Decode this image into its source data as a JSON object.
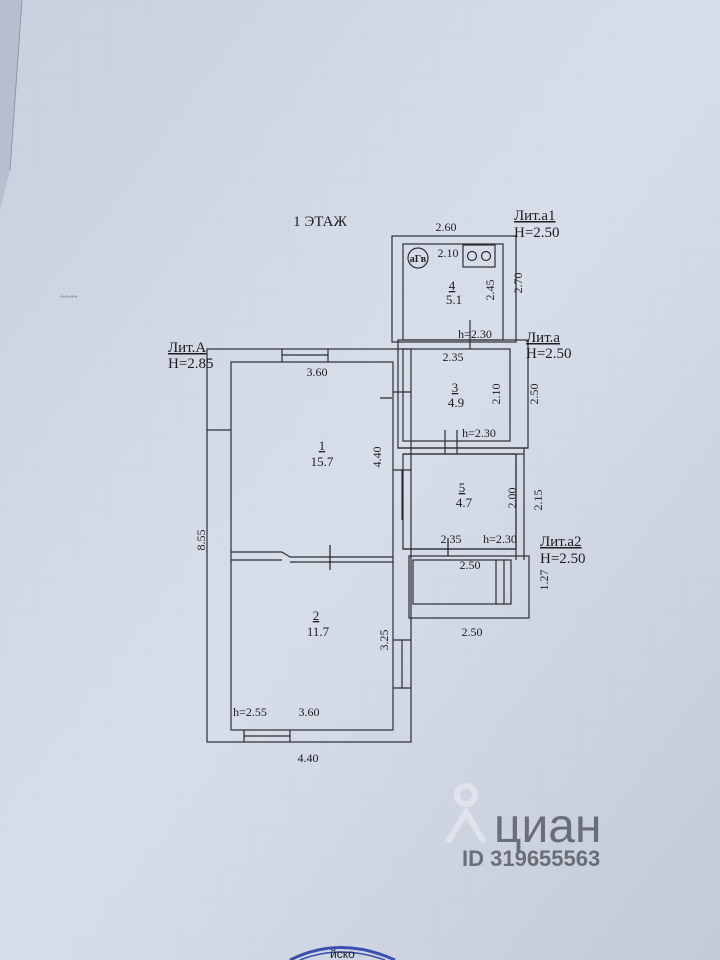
{
  "drawing": {
    "floor_title": "1 ЭТАЖ",
    "blocks": {
      "lit_A": {
        "name": "Лит.А",
        "height": "Н=2.85"
      },
      "lit_a": {
        "name": "Лит.а",
        "height": "Н=2.50"
      },
      "lit_a1": {
        "name": "Лит.а1",
        "height": "Н=2.50"
      },
      "lit_a2": {
        "name": "Лит.а2",
        "height": "Н=2.50"
      }
    },
    "rooms": [
      {
        "number": "1",
        "area": "15.7"
      },
      {
        "number": "2",
        "area": "11.7"
      },
      {
        "number": "3",
        "area": "4.9"
      },
      {
        "number": "4",
        "area": "5.1"
      },
      {
        "number": "5",
        "area": "4.7"
      }
    ],
    "gas_symbol": "аГв",
    "dimensions": {
      "top_a1": "2.60",
      "inner_a1": "2.10",
      "a1_depth_inner": "2.45",
      "a1_depth_outer": "2.70",
      "a1_ceiling": "h=2.30",
      "room3_width": "2.35",
      "room3_depth": "2.10",
      "lit_a_depth": "2.50",
      "room3_ceiling": "h=2.30",
      "room1_width": "3.60",
      "room1_depth": "4.40",
      "house_depth": "8.55",
      "room5_depth": "2.00",
      "lit_a_right": "2.15",
      "room5_width": "2.35",
      "room5_ceiling": "h=2.30",
      "a2_inner": "2.50",
      "a2_depth": "1.27",
      "a2_outer": "2.50",
      "room2_depth": "3.25",
      "room2_ceiling": "h=2.55",
      "room2_width": "3.60",
      "house_width": "4.40"
    }
  },
  "watermark": {
    "brand": "циан",
    "id_text": "ID 319655563"
  },
  "stamp_text": "йско"
}
